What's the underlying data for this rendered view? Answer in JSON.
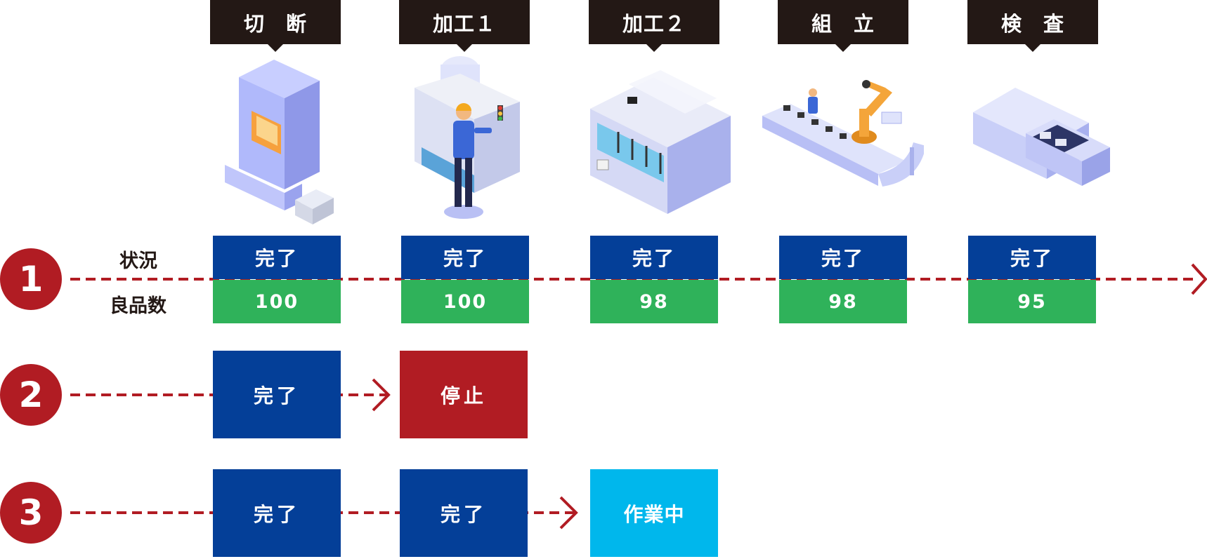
{
  "stages": [
    {
      "label": "切　断",
      "icon": "cutting-press-icon"
    },
    {
      "label": "加工１",
      "icon": "operator-machine-icon"
    },
    {
      "label": "加工２",
      "icon": "processing-tank-icon"
    },
    {
      "label": "組　立",
      "icon": "assembly-robot-icon"
    },
    {
      "label": "検　査",
      "icon": "inspection-machine-icon"
    }
  ],
  "row_labels": {
    "status": "状況",
    "good_count": "良品数"
  },
  "row1": {
    "number": "1",
    "statuses": [
      "完了",
      "完了",
      "完了",
      "完了",
      "完了"
    ],
    "good_counts": [
      "100",
      "100",
      "98",
      "98",
      "95"
    ]
  },
  "row2": {
    "number": "2",
    "statuses": [
      "完了",
      "停止"
    ]
  },
  "row3": {
    "number": "3",
    "statuses": [
      "完了",
      "完了",
      "作業中"
    ]
  },
  "colors": {
    "done": "#043f98",
    "stopped": "#b11c23",
    "working": "#00b7ec",
    "good": "#2fb25a",
    "label_bg": "#231815",
    "flow_line": "#b11c23"
  }
}
